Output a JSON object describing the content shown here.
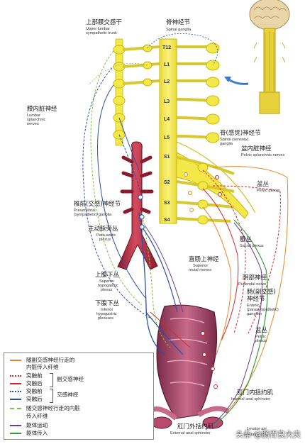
{
  "labels": {
    "upper_lumbar_zh": "上部腰交感干",
    "upper_lumbar_en": "Upper lumbar",
    "upper_lumbar_en2": "sympathetic trunk",
    "spinal_ganglia_zh": "脊神经节",
    "spinal_ganglia_en": "Spinal ganglia",
    "lumbar_splanchnic_zh": "腰内脏神经",
    "lumbar_splanchnic_en": "Lumbar",
    "lumbar_splanchnic_en2": "splanchnic",
    "lumbar_splanchnic_en3": "nerves",
    "sensory_ganglia_zh": "脊(感觉)神经节",
    "sensory_ganglia_en": "Spinal (sensory)",
    "sensory_ganglia_en2": "ganglia",
    "pelvic_splanchnic_zh": "盆内脏神经",
    "pelvic_splanchnic_en": "Pelvic splanchnic nerves",
    "pelvic_plexus_zh": "盆丛",
    "pelvic_plexus_en": "Pelvic plexus",
    "prevertebral_zh": "椎前(交感)神经节",
    "prevertebral_en": "Prevertebral",
    "prevertebral_en2": "(sympathetic) ganglia",
    "para_aortic_zh": "主动脉旁丛",
    "para_aortic_en": "Para-aortic",
    "para_aortic_en2": "plexus",
    "sacral_plexus_zh": "骶丛",
    "sacral_plexus_en": "Sacral plexus",
    "superior_rectal_zh": "直肠上神经",
    "superior_rectal_en": "Superior",
    "superior_rectal_en2": "rectal nerves",
    "sup_hypogastric_zh": "上腹下丛",
    "sup_hypogastric_en": "Superior",
    "sup_hypogastric_en2": "hypogastric",
    "sup_hypogastric_en3": "plexus",
    "pudendal_zh": "阴部神经",
    "pudendal_en": "Pudendal nerve",
    "enteric_zh": "肠(副交感)",
    "enteric_zh2": "神经节",
    "enteric_en": "Enteric",
    "enteric_en2": "(parasympathetic)",
    "enteric_en3": "ganglion",
    "inf_hypogastric_zh": "下腹下丛",
    "inf_hypogastric_en": "Inferior",
    "inf_hypogastric_en2": "hypogastric",
    "inf_hypogastric_en3": "plexuses",
    "pelvic_plexus2_zh": "盆丛",
    "pelvic_plexus2_en": "Pelvic",
    "pelvic_plexus2_en2": "plexus",
    "internal_sphincter_zh": "肛门内括约肌",
    "internal_sphincter_en": "Internal anal sphincter",
    "external_sphincter_zh": "肛门外括约肌",
    "external_sphincter_en": "External anal sphincter",
    "levator_en": "Levator ani",
    "levator_en2": "(rectal) nerves"
  },
  "segments": [
    "T12",
    "L1",
    "L2",
    "L3",
    "L4",
    "L5",
    "S1",
    "S2",
    "S3",
    "S4"
  ],
  "legend": {
    "row1": "随副交感神经行走的",
    "row1b": "内脏传入纤维",
    "row2": "突触前",
    "row3": "突触后",
    "row4": "突触前",
    "row5": "突触后",
    "group_para": "副交感神经",
    "group_symp": "交感神经",
    "row6": "随交感神经行走的内脏",
    "row6b": "传入纤维",
    "row7": "躯体运动",
    "row8": "躯体传入"
  },
  "colors": {
    "spinal": "#f2e84a",
    "spinal_stroke": "#c9b800",
    "aorta": "#c0334a",
    "rectum": "#b0506f",
    "para_pre": "#d6282b",
    "para_post": "#d6282b",
    "symp_pre": "#2a4fa8",
    "symp_post": "#2a4fa8",
    "visceral_para": "#e8872a",
    "visceral_symp": "#7fbf4a",
    "somatic_motor": "#6a3d9a",
    "somatic_afferent": "#3a9a3a"
  },
  "watermark": "头条 @肠胃良大夫"
}
